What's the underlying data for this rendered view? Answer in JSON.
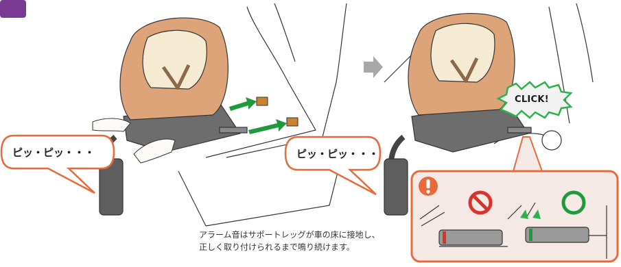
{
  "bubble_left": "ピッ・ピッ・・・",
  "bubble_right": "ピッ・ピッ・・・",
  "click_label": "CLICK!",
  "caption": {
    "line1": "アラーム音はサポートレッグが車の床に接地し、",
    "line2": "正しく取り付けられるまで鳴り続けます。"
  },
  "icons": {
    "step_badge": "step-number-badge",
    "arrow": "right-arrow-icon",
    "warning": "exclamation-icon",
    "prohibited": "prohibited-icon",
    "correct": "ok-circle-icon"
  },
  "colors": {
    "badge": "#7a3a94",
    "seat_orange": "#dca478",
    "seat_cream": "#f5ead2",
    "base_gray": "#6d6d6d",
    "arrow_green": "#1e9a3c",
    "callout_frame": "#e86a3a",
    "callout_bg": "#f4e9e4",
    "indicator_red": "#d8342b",
    "indicator_green": "#1e9a3c",
    "burst_green": "#2db14a"
  }
}
